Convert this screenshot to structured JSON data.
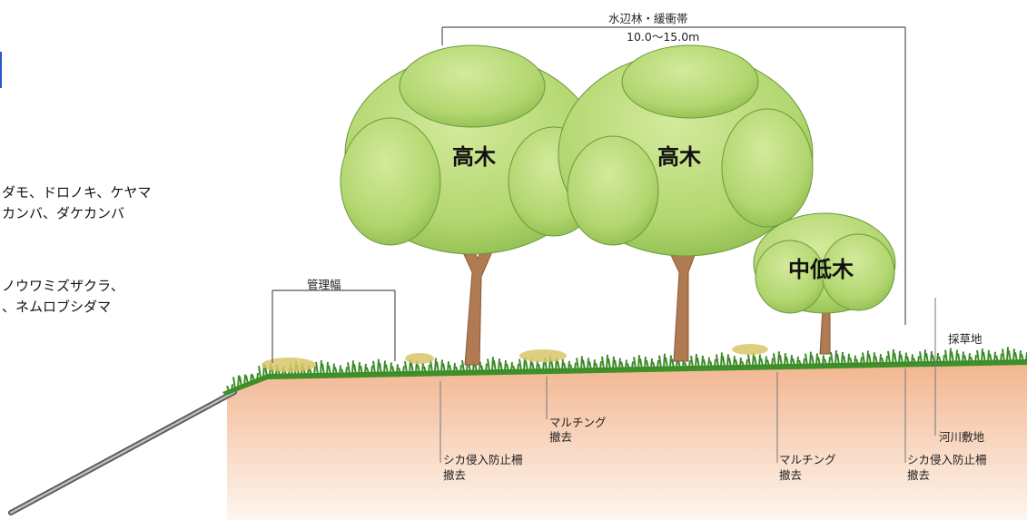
{
  "species_lines": [
    "ダモ、ドロノキ、ケヤマ",
    "カンバ、ダケカンバ",
    "ノウワミズザクラ、",
    "、ネムロブシダマ"
  ],
  "dimensions": {
    "buffer_title": "水辺林・緩衝帯",
    "buffer_width": "10.0〜15.0m",
    "management_width": "管理幅"
  },
  "tree_labels": {
    "tall_1": "高木",
    "tall_2": "高木",
    "mid_low": "中低木"
  },
  "annotations": {
    "fence_removal_1": [
      "シカ侵入防止柵",
      "撤去"
    ],
    "mulching_removal_1": [
      "マルチング",
      "撤去"
    ],
    "mulching_removal_2": [
      "マルチング",
      "撤去"
    ],
    "fence_removal_2": [
      "シカ侵入防止柵",
      "撤去"
    ],
    "hay_field": "採草地",
    "river_land": "河川敷地"
  },
  "colors": {
    "soil_top": "#f2b58f",
    "soil_bottom": "#fdf1e8",
    "grass": "#3f8f2a",
    "foliage": "#b9d97a",
    "foliage_dark": "#8fbd4f",
    "trunk": "#b07b52",
    "accent_blue": "#2b56c9"
  }
}
